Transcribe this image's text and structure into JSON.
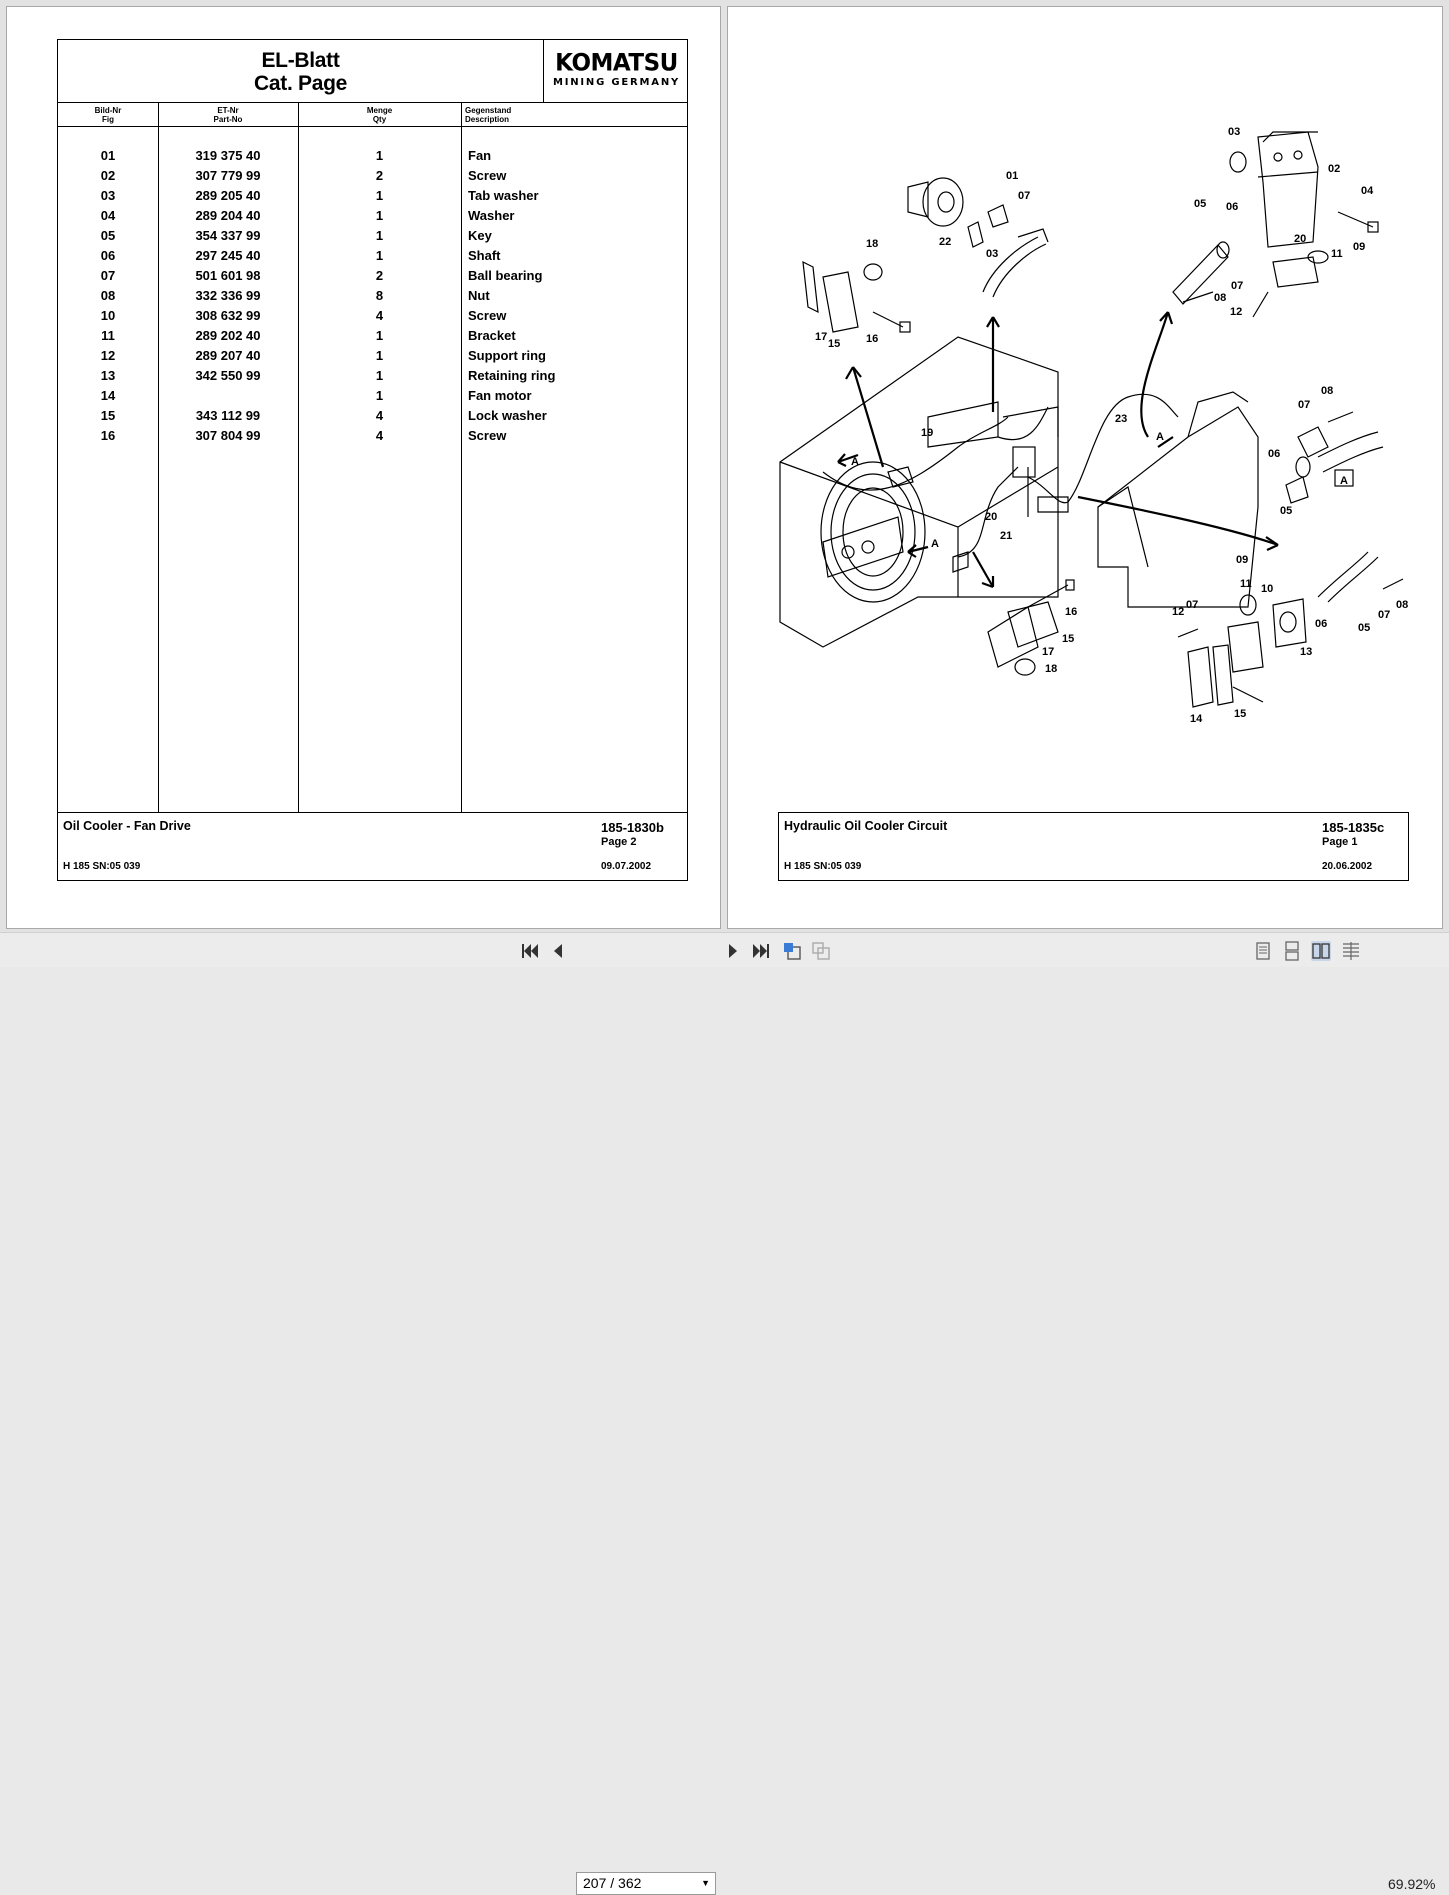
{
  "left_page": {
    "header": {
      "title_line1": "EL-Blatt",
      "title_line2": "Cat. Page",
      "logo_main": "KOMATSU",
      "logo_sub": "MINING GERMANY"
    },
    "columns": [
      {
        "de": "Bild-Nr",
        "en": "Fig"
      },
      {
        "de": "ET-Nr",
        "en": "Part-No"
      },
      {
        "de": "Menge",
        "en": "Qty"
      },
      {
        "de": "Gegenstand",
        "en": "Description"
      }
    ],
    "rows": [
      {
        "fig": "01",
        "part": "319 375 40",
        "qty": "1",
        "desc": "Fan"
      },
      {
        "fig": "02",
        "part": "307 779 99",
        "qty": "2",
        "desc": "Screw"
      },
      {
        "fig": "03",
        "part": "289 205 40",
        "qty": "1",
        "desc": "Tab washer"
      },
      {
        "fig": "04",
        "part": "289 204 40",
        "qty": "1",
        "desc": "Washer"
      },
      {
        "fig": "05",
        "part": "354 337 99",
        "qty": "1",
        "desc": "Key"
      },
      {
        "fig": "06",
        "part": "297 245 40",
        "qty": "1",
        "desc": "Shaft"
      },
      {
        "fig": "07",
        "part": "501 601 98",
        "qty": "2",
        "desc": "Ball bearing"
      },
      {
        "fig": "08",
        "part": "332 336 99",
        "qty": "8",
        "desc": "Nut"
      },
      {
        "fig": "10",
        "part": "308 632 99",
        "qty": "4",
        "desc": "Screw"
      },
      {
        "fig": "11",
        "part": "289 202 40",
        "qty": "1",
        "desc": "Bracket"
      },
      {
        "fig": "12",
        "part": "289 207 40",
        "qty": "1",
        "desc": "Support ring"
      },
      {
        "fig": "13",
        "part": "342 550 99",
        "qty": "1",
        "desc": "Retaining ring"
      },
      {
        "fig": "14",
        "part": "",
        "qty": "1",
        "desc": "Fan motor"
      },
      {
        "fig": "15",
        "part": "343 112 99",
        "qty": "4",
        "desc": "Lock washer"
      },
      {
        "fig": "16",
        "part": "307 804 99",
        "qty": "4",
        "desc": "Screw"
      }
    ],
    "footer": {
      "title": "Oil Cooler - Fan Drive",
      "code": "185-1830b",
      "page": "Page 2",
      "serial": "H 185 SN:05 039",
      "date": "09.07.2002"
    }
  },
  "right_page": {
    "callouts": [
      "01",
      "02",
      "03",
      "04",
      "05",
      "06",
      "07",
      "08",
      "09",
      "10",
      "11",
      "12",
      "13",
      "14",
      "15",
      "16",
      "17",
      "18",
      "19",
      "20",
      "21",
      "22",
      "23",
      "A"
    ],
    "footer": {
      "title": "Hydraulic Oil Cooler Circuit",
      "code": "185-1835c",
      "page": "Page 1",
      "serial": "H 185 SN:05 039",
      "date": "20.06.2002"
    }
  },
  "toolbar": {
    "page_current": "207",
    "page_separator": "/",
    "page_total": "362",
    "zoom": "69.92%",
    "icons": [
      "first-page-icon",
      "prev-page-icon",
      "next-page-icon",
      "last-page-icon",
      "rotate-icon",
      "copy-icon",
      "single-page-icon",
      "continuous-icon",
      "two-page-icon",
      "two-page-continuous-icon"
    ]
  }
}
